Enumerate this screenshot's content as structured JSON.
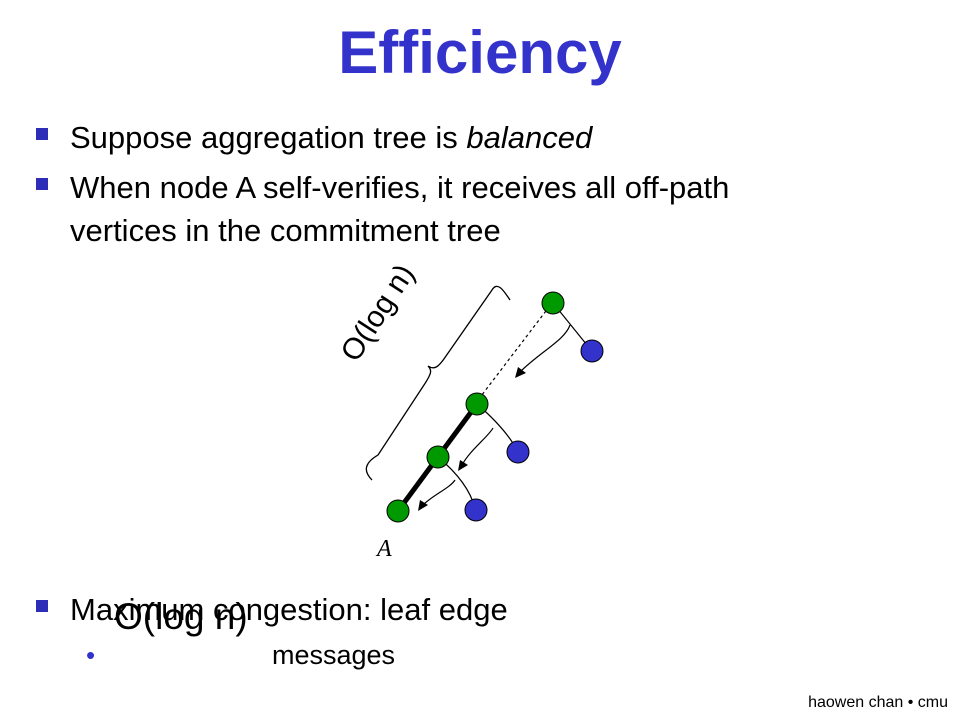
{
  "slide": {
    "title": "Efficiency",
    "bullet_color": "#2d2db8",
    "title_color": "#3333cc",
    "bullets": [
      {
        "pre": "Suppose aggregation tree is ",
        "em": "balanced"
      },
      {
        "line1": "When node A self-verifies, it receives all off-path",
        "line2": "vertices in the commitment tree"
      },
      {
        "text": "Maximum congestion: leaf edge"
      }
    ],
    "sub_bullet": {
      "marker": "•",
      "text": "messages"
    },
    "big_formula": "O(log n)"
  },
  "diagram": {
    "brace_label": "O(log n)",
    "node_label": "A",
    "colors": {
      "path_node": "#009900",
      "offpath_node": "#3333cc"
    }
  },
  "footer": {
    "text": "haowen chan • cmu"
  }
}
